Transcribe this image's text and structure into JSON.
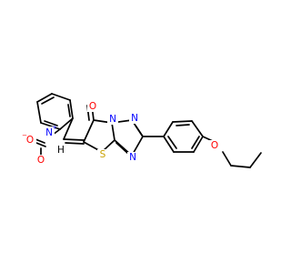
{
  "molecule": {
    "atoms": {
      "carbonyl_oxygen": {
        "symbol": "O",
        "color": "#ff0000"
      },
      "nitro_nitrogen": {
        "symbol": "N",
        "charge": "+",
        "color": "#0000ff"
      },
      "nitro_oxygen_left": {
        "symbol": "O",
        "charge": "−",
        "color": "#ff0000"
      },
      "nitro_oxygen_bottom": {
        "symbol": "O",
        "color": "#ff0000"
      },
      "triazole_n1": {
        "symbol": "N",
        "color": "#0000ff"
      },
      "triazole_n2": {
        "symbol": "N",
        "color": "#0000ff"
      },
      "triazole_n4": {
        "symbol": "N",
        "color": "#0000ff"
      },
      "thiazole_sulfur": {
        "symbol": "S",
        "color": "#c8a000"
      },
      "ether_oxygen": {
        "symbol": "O",
        "color": "#ff0000"
      },
      "vinyl_h": {
        "symbol": "H",
        "color": "#000000"
      }
    }
  }
}
